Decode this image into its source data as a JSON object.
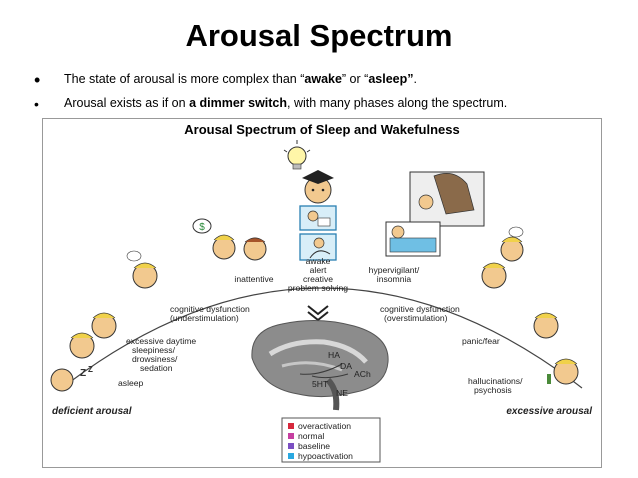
{
  "slide": {
    "title": "Arousal Spectrum",
    "bullets": [
      {
        "pre": "The state of arousal is more complex than “",
        "b1": "awake",
        "mid": "” or  “",
        "b2": "asleep”",
        "post": "."
      },
      {
        "pre": "Arousal exists as if on ",
        "b1": "a dimmer switch",
        "post": ", with many phases along the spectrum."
      }
    ]
  },
  "figure": {
    "title": "Arousal Spectrum of Sleep and Wakefulness",
    "center": [
      "awake",
      "alert",
      "creative",
      "problem solving"
    ],
    "left": {
      "inattentive": "inattentive",
      "cognitive": [
        "cognitive dysfunction",
        "(understimulation)"
      ],
      "sleepiness": [
        "excessive daytime",
        "sleepiness/",
        "drowsiness/",
        "sedation"
      ],
      "asleep": "asleep",
      "end": "deficient arousal"
    },
    "right": {
      "hypervigilant": [
        "hypervigilant/",
        "insomnia"
      ],
      "cognitive": [
        "cognitive dysfunction",
        "(overstimulation)"
      ],
      "panic": "panic/fear",
      "hallucinations": [
        "hallucinations/",
        "psychosis"
      ],
      "end": "excessive arousal"
    },
    "brain_labels": [
      "HA",
      "DA",
      "ACh",
      "5HT",
      "NE"
    ],
    "legend": [
      {
        "label": "overactivation",
        "color": "#d6283c"
      },
      {
        "label": "normal",
        "color": "#c63fa0"
      },
      {
        "label": "baseline",
        "color": "#7b4fc2"
      },
      {
        "label": "hypoactivation",
        "color": "#2aa8e0"
      }
    ]
  }
}
